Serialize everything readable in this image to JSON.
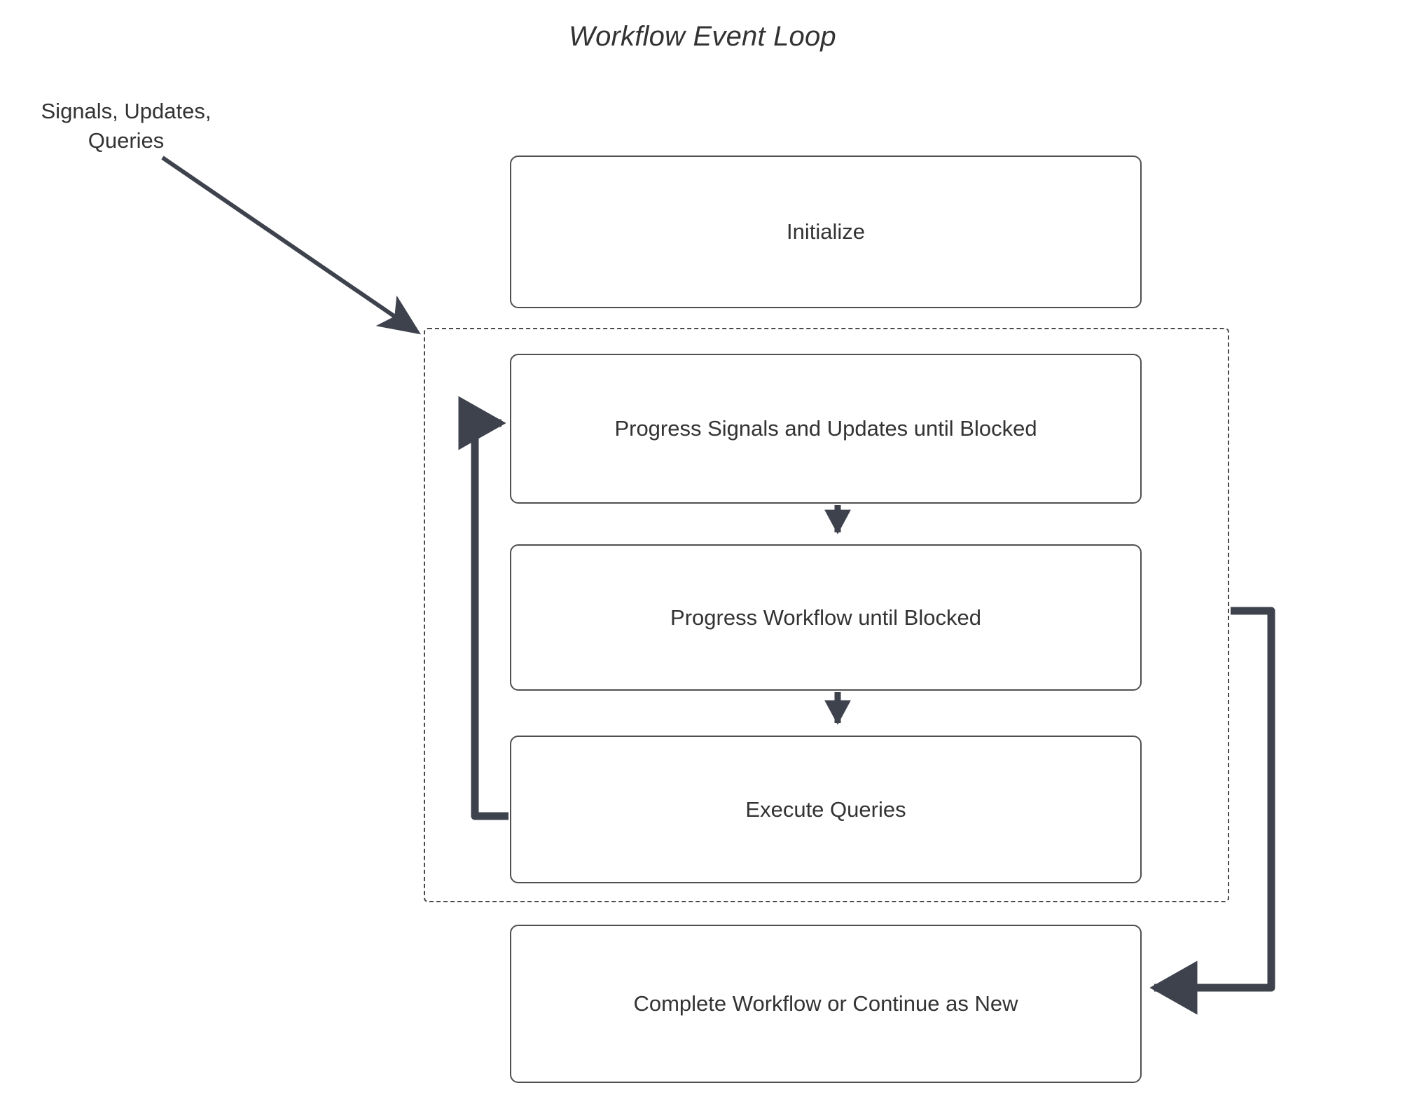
{
  "diagram": {
    "title": "Workflow Event Loop",
    "type": "flowchart",
    "background_color": "#ffffff",
    "node_border_color": "#4f4f4f",
    "edge_color": "#3d424d",
    "dashed_border_color": "#4a4a4a",
    "text_color": "#333333"
  },
  "external_input": {
    "label": "Signals, Updates,\nQueries"
  },
  "nodes": [
    {
      "id": "initialize",
      "label": "Initialize"
    },
    {
      "id": "progress-signals",
      "label": "Progress Signals and Updates until Blocked"
    },
    {
      "id": "progress-workflow",
      "label": "Progress Workflow until Blocked"
    },
    {
      "id": "execute-queries",
      "label": "Execute Queries"
    },
    {
      "id": "complete-workflow",
      "label": "Complete Workflow or Continue as New"
    }
  ],
  "loop_container": {
    "label": "",
    "style": "dashed",
    "contains": [
      "progress-signals",
      "progress-workflow",
      "execute-queries"
    ]
  },
  "edges": [
    {
      "from": "external-input",
      "to": "loop-container",
      "style": "diagonal-arrow"
    },
    {
      "from": "progress-signals",
      "to": "progress-workflow",
      "style": "vertical-arrow"
    },
    {
      "from": "progress-workflow",
      "to": "execute-queries",
      "style": "vertical-arrow"
    },
    {
      "from": "execute-queries",
      "to": "progress-signals",
      "style": "left-feedback-loop"
    },
    {
      "from": "loop-container",
      "to": "complete-workflow",
      "style": "right-exit-loop"
    }
  ]
}
